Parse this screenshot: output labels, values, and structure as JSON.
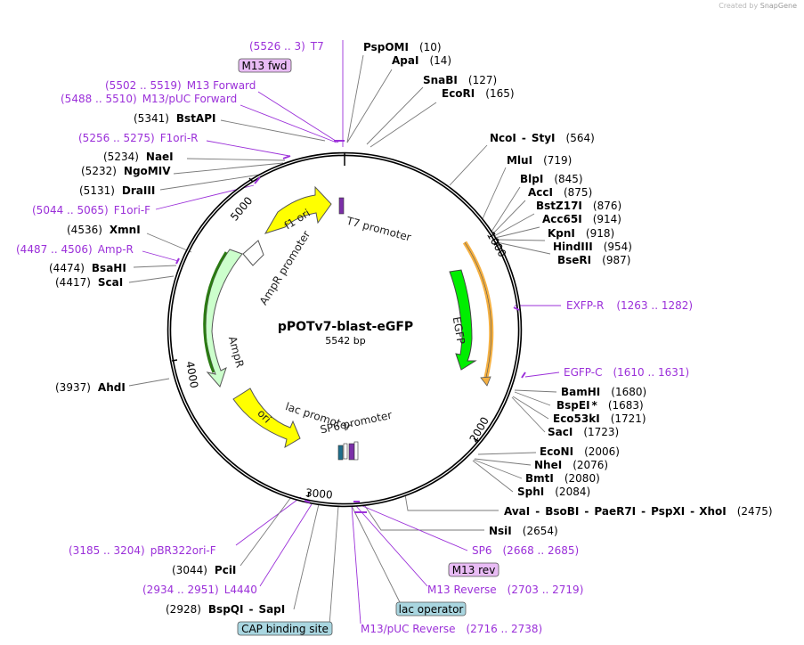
{
  "credit": {
    "prefix": "Created by",
    "brand": "SnapGene"
  },
  "plasmid": {
    "name": "pPOTv7-blast-eGFP",
    "length": "5542 bp"
  },
  "ticks": [
    "1000",
    "2000",
    "3000",
    "4000",
    "5000"
  ],
  "features": {
    "f1_ori": "f1 ori",
    "ampr_promoter": "AmpR promoter",
    "ampr": "AmpR",
    "ori": "ori",
    "egfp": "EGFP",
    "t7_promoter": "T7 promoter",
    "sp6_promoter": "SP6 promoter",
    "lac_promoter": "lac promoter"
  },
  "boxed_labels": {
    "m13_fwd": "M13 fwd",
    "m13_rev": "M13 rev",
    "lac_operator": "lac operator",
    "cap_binding_site": "CAP binding site"
  },
  "sites": [
    {
      "id": "t7",
      "kind": "primer",
      "coord": "(5526 .. 3)",
      "name": "T7"
    },
    {
      "id": "pspomi",
      "kind": "enzyme",
      "name": "PspOMI",
      "coord": "(10)"
    },
    {
      "id": "apai",
      "kind": "enzyme",
      "name": "ApaI",
      "coord": "(14)"
    },
    {
      "id": "snabi",
      "kind": "enzyme",
      "name": "SnaBI",
      "coord": "(127)"
    },
    {
      "id": "ecori",
      "kind": "enzyme",
      "name": "EcoRI",
      "coord": "(165)"
    },
    {
      "id": "m13fwd",
      "kind": "primer",
      "coord": "(5502 .. 5519)",
      "name": "M13 Forward"
    },
    {
      "id": "m13pucfwd",
      "kind": "primer",
      "coord": "(5488 .. 5510)",
      "name": "M13/pUC Forward"
    },
    {
      "id": "bstapi",
      "kind": "enzyme",
      "coord": "(5341)",
      "name": "BstAPI"
    },
    {
      "id": "f1orir",
      "kind": "primer",
      "coord": "(5256 .. 5275)",
      "name": "F1ori-R"
    },
    {
      "id": "ncoi",
      "kind": "enzyme",
      "name": "NcoI",
      "name2": "StyI",
      "coord": "(564)"
    },
    {
      "id": "naei",
      "kind": "enzyme",
      "coord": "(5234)",
      "name": "NaeI"
    },
    {
      "id": "ngomiv",
      "kind": "enzyme",
      "coord": "(5232)",
      "name": "NgoMIV"
    },
    {
      "id": "mlui",
      "kind": "enzyme",
      "name": "MluI",
      "coord": "(719)"
    },
    {
      "id": "dralll",
      "kind": "enzyme",
      "coord": "(5131)",
      "name": "DraIII"
    },
    {
      "id": "blpi",
      "kind": "enzyme",
      "name": "BlpI",
      "coord": "(845)"
    },
    {
      "id": "acci",
      "kind": "enzyme",
      "name": "AccI",
      "coord": "(875)"
    },
    {
      "id": "f1orif",
      "kind": "primer",
      "coord": "(5044 .. 5065)",
      "name": "F1ori-F"
    },
    {
      "id": "bstz17i",
      "kind": "enzyme",
      "name": "BstZ17I",
      "coord": "(876)"
    },
    {
      "id": "acc65i",
      "kind": "enzyme",
      "name": "Acc65I",
      "coord": "(914)"
    },
    {
      "id": "xmni",
      "kind": "enzyme",
      "coord": "(4536)",
      "name": "XmnI"
    },
    {
      "id": "kpni",
      "kind": "enzyme",
      "name": "KpnI",
      "coord": "(918)"
    },
    {
      "id": "ampr_p",
      "kind": "primer",
      "coord": "(4487 .. 4506)",
      "name": "Amp-R"
    },
    {
      "id": "hindiii",
      "kind": "enzyme",
      "name": "HindIII",
      "coord": "(954)"
    },
    {
      "id": "bseri",
      "kind": "enzyme",
      "name": "BseRI",
      "coord": "(987)"
    },
    {
      "id": "bsahi",
      "kind": "enzyme",
      "coord": "(4474)",
      "name": "BsaHI"
    },
    {
      "id": "scai",
      "kind": "enzyme",
      "coord": "(4417)",
      "name": "ScaI"
    },
    {
      "id": "exfpr",
      "kind": "primer",
      "name": "EXFP-R",
      "coord": "(1263 .. 1282)"
    },
    {
      "id": "egfpc",
      "kind": "primer",
      "name": "EGFP-C",
      "coord": "(1610 .. 1631)"
    },
    {
      "id": "ahdi",
      "kind": "enzyme",
      "coord": "(3937)",
      "name": "AhdI"
    },
    {
      "id": "bamhi",
      "kind": "enzyme",
      "name": "BamHI",
      "coord": "(1680)"
    },
    {
      "id": "bspei",
      "kind": "enzyme",
      "name": "BspEI",
      "star": "*",
      "coord": "(1683)"
    },
    {
      "id": "eco53ki",
      "kind": "enzyme",
      "name": "Eco53kI",
      "coord": "(1721)"
    },
    {
      "id": "saci",
      "kind": "enzyme",
      "name": "SacI",
      "coord": "(1723)"
    },
    {
      "id": "econi",
      "kind": "enzyme",
      "name": "EcoNI",
      "coord": "(2006)"
    },
    {
      "id": "nhei",
      "kind": "enzyme",
      "name": "NheI",
      "coord": "(2076)"
    },
    {
      "id": "bmti",
      "kind": "enzyme",
      "name": "BmtI",
      "coord": "(2080)"
    },
    {
      "id": "sphi",
      "kind": "enzyme",
      "name": "SphI",
      "coord": "(2084)"
    },
    {
      "id": "avai",
      "kind": "enzyme",
      "name": "AvaI",
      "name2": "BsoBI",
      "name3": "PaeR7I",
      "name4": "PspXI",
      "name5": "XhoI",
      "coord": "(2475)"
    },
    {
      "id": "nsii",
      "kind": "enzyme",
      "name": "NsiI",
      "coord": "(2654)"
    },
    {
      "id": "sp6",
      "kind": "primer",
      "name": "SP6",
      "coord": "(2668 .. 2685)"
    },
    {
      "id": "pbr322",
      "kind": "primer",
      "coord": "(3185 .. 3204)",
      "name": "pBR322ori-F"
    },
    {
      "id": "pcii",
      "kind": "enzyme",
      "coord": "(3044)",
      "name": "PciI"
    },
    {
      "id": "m13rev",
      "kind": "primer",
      "name": "M13 Reverse",
      "coord": "(2703 .. 2719)"
    },
    {
      "id": "l4440",
      "kind": "primer",
      "coord": "(2934 .. 2951)",
      "name": "L4440"
    },
    {
      "id": "bspqi",
      "kind": "enzyme",
      "coord": "(2928)",
      "name": "BspQI",
      "name2": "SapI"
    },
    {
      "id": "m13pucrev",
      "kind": "primer",
      "name": "M13/pUC Reverse",
      "coord": "(2716 .. 2738)"
    }
  ],
  "colors": {
    "backbone": "#000000",
    "primer": "#9b30d9",
    "primer_box": "#e9bcf5",
    "f1_ori": "#ffff00",
    "ori": "#ffff00",
    "ampr": "#ccffcc",
    "egfp": "#00ee00",
    "blast_arc": "#f5b041",
    "lac_box": "#a9d6e0",
    "leader_line": "#7a7a7a"
  }
}
